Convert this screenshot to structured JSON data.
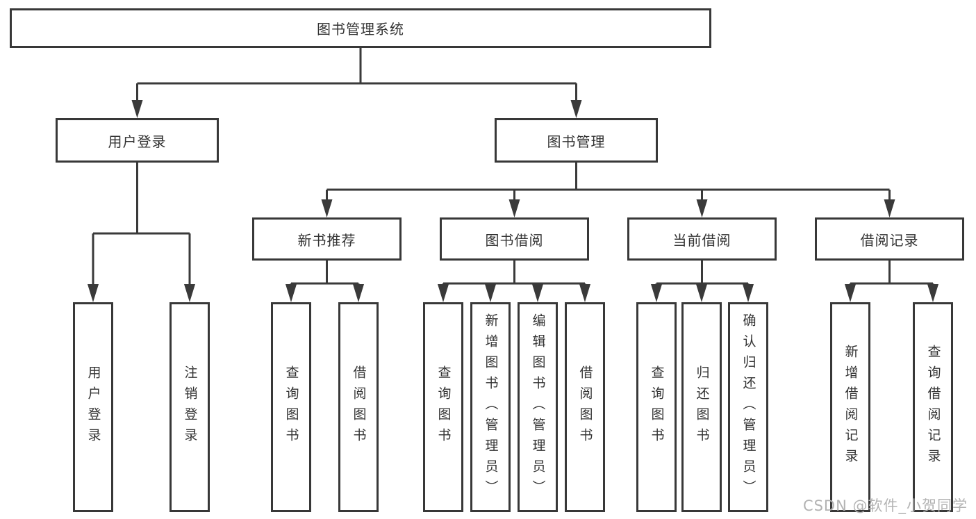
{
  "colors": {
    "line": "#3a3a3a",
    "box_border": "#383838",
    "text": "#333333",
    "background": "#ffffff",
    "watermark": "#b3b3b3"
  },
  "watermark": {
    "text": "CSDN @软件_小贺同学"
  },
  "nodes": {
    "root": "图书管理系统",
    "login": "用户登录",
    "management": "图书管理",
    "login_children": [
      "用户登录",
      "注销登录"
    ],
    "recommend": "新书推荐",
    "recommend_children": [
      "查询图书",
      "借阅图书"
    ],
    "borrow": "图书借阅",
    "borrow_children": [
      "查询图书",
      "新增图书（管理员）",
      "编辑图书（管理员）",
      "借阅图书"
    ],
    "current": "当前借阅",
    "current_children": [
      "查询图书",
      "归还图书",
      "确认归还（管理员）"
    ],
    "records": "借阅记录",
    "records_children": [
      "新增借阅记录",
      "查询借阅记录"
    ]
  }
}
